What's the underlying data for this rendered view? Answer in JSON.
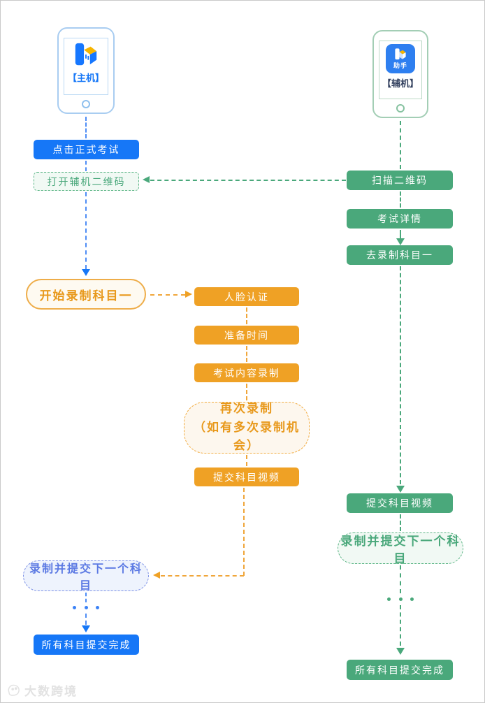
{
  "diagram_title": "exam-dual-device-recording-flowchart",
  "colors": {
    "blue_solid": "#1677f7",
    "green_solid": "#4aa87b",
    "orange_solid": "#efa125",
    "blue_dashed_text": "#5b79e3",
    "orange_text": "#e8991c",
    "phone_main_border": "#a9cdf1",
    "phone_assistant_border": "#a3ceb5",
    "logo_yellow": "#f7b500"
  },
  "left": {
    "device_label": "【主机】",
    "steps": {
      "click_exam": "点击正式考试",
      "open_qr": "打开辅机二维码",
      "start_record": "开始录制科目一",
      "record_next": "录制并提交下一个科目",
      "all_done": "所有科目提交完成"
    }
  },
  "middle": {
    "face": "人脸认证",
    "prep": "准备时间",
    "record": "考试内容录制",
    "retry_line1": "再次录制",
    "retry_line2": "（如有多次录制机会）",
    "submit": "提交科目视频"
  },
  "right": {
    "device_label": "【辅机】",
    "app_label": "助手",
    "steps": {
      "scan": "扫描二维码",
      "detail": "考试详情",
      "go_record": "去录制科目一",
      "submit": "提交科目视频",
      "record_next": "录制并提交下一个科目",
      "all_done": "所有科目提交完成"
    }
  },
  "watermark": "大数跨境"
}
